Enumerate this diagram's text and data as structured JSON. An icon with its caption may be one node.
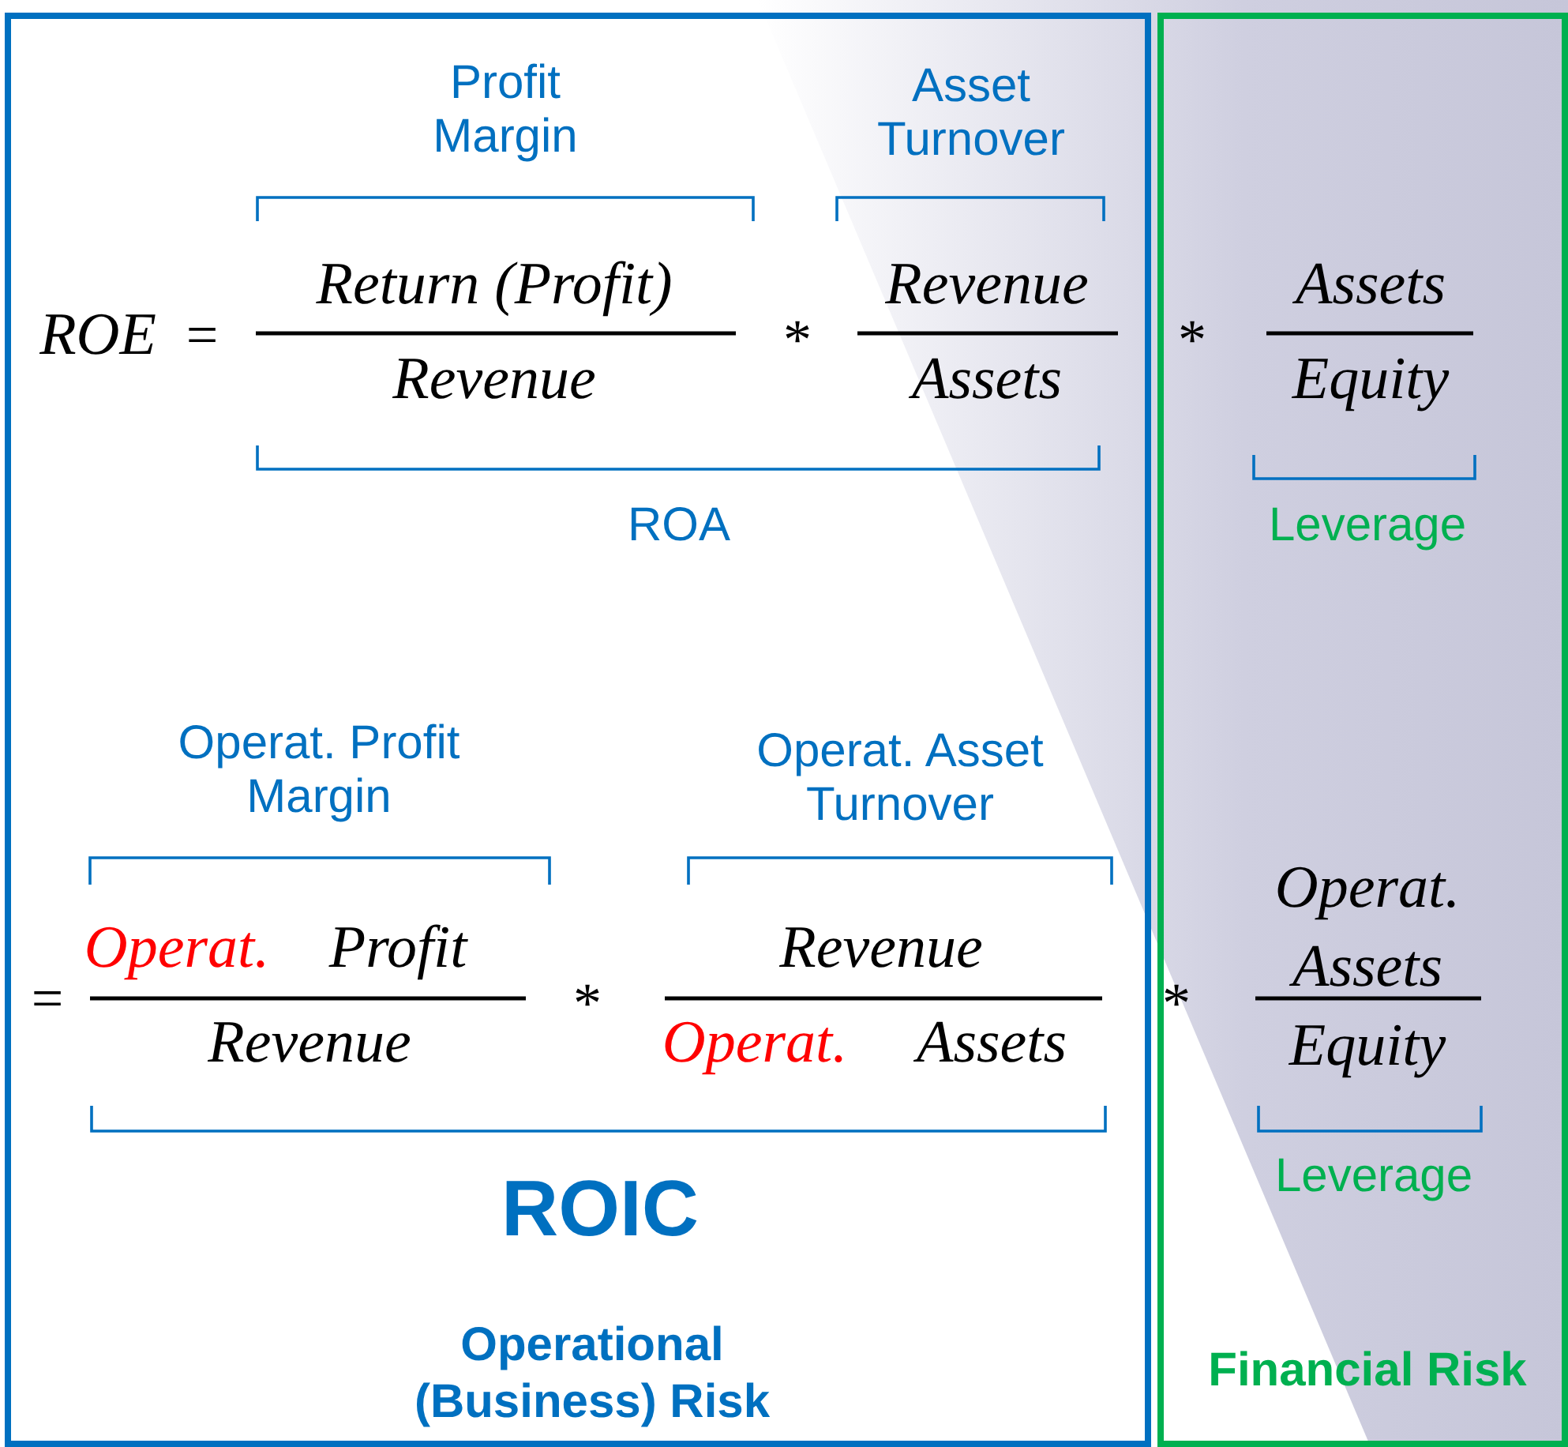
{
  "diagram": {
    "nodes": [
      {
        "text": [
          "Operational (Business) Risk"
        ]
      },
      {
        "text": [
          "Financial Risk"
        ]
      }
    ],
    "labels": [
      "Profit Margin",
      "Asset Turnover",
      "ROE",
      "=",
      "Return (Profit)",
      "Revenue",
      "*",
      "Revenue",
      "Assets",
      "*",
      "Assets",
      "Equity",
      "ROA",
      "Leverage",
      "Operat. Profit Margin",
      "Operat. Asset Turnover",
      "=",
      "Operat.",
      "Profit",
      "Revenue",
      "*",
      "Revenue",
      "Operat.",
      "Assets",
      "*",
      "Operat.",
      "Assets",
      "Equity",
      "ROIC",
      "Leverage"
    ]
  }
}
